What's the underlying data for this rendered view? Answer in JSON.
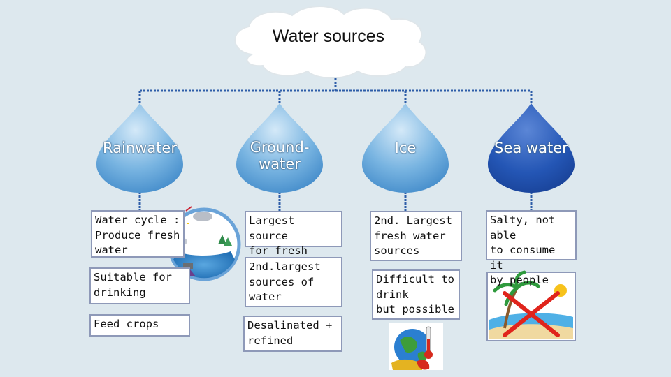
{
  "title": "Water sources",
  "sources": [
    {
      "label": "Rainwater"
    },
    {
      "label": "Ground-\nwater"
    },
    {
      "label": "Ice"
    },
    {
      "label": "Sea water"
    }
  ],
  "details": {
    "rain": [
      "Water cycle :\nProduce fresh\nwater",
      "Suitable for\ndrinking",
      "Feed crops"
    ],
    "ground": [
      "Largest source\nfor fresh water",
      "2nd.largest\nsources of\nwater",
      "Desalinated +\nrefined"
    ],
    "ice": [
      "2nd. Largest\nfresh water\nsources",
      "Difficult to\ndrink\nbut possible"
    ],
    "sea": [
      "Salty, not able\nto consume it\nby people"
    ]
  },
  "colors": {
    "drop_light": "#5aa3d8",
    "drop_dark": "#1c4fae",
    "connector": "#2d5da8",
    "box_border": "#8e99b8",
    "background": "#dde8ee"
  },
  "icons": [
    "cloud-shape",
    "water-cycle-image",
    "beach-crossed-image",
    "earth-thermometer-image"
  ]
}
